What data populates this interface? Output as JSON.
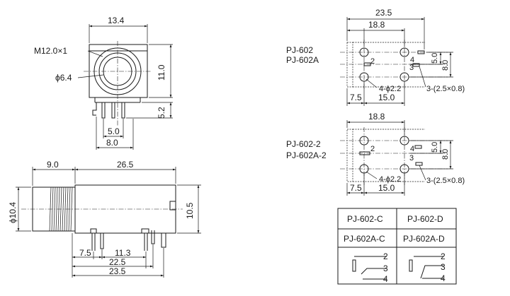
{
  "front_view": {
    "width_dim": "13.4",
    "thread_label": "M12.0×1",
    "hole_label": "ϕ6.4",
    "height_dim": "11.0",
    "pin_drop_dim": "5.2",
    "pin_spacing_dim": "5.0",
    "pin_outer_dim": "8.0"
  },
  "side_view": {
    "nut_length_dim": "9.0",
    "body_length_dim": "26.5",
    "diameter_dim": "ϕ10.4",
    "height_dim": "10.5",
    "pin_a_dim": "7.5",
    "pin_b_dim": "11.3",
    "pin_c_dim": "22.5",
    "pin_total_dim": "23.5"
  },
  "footprint_a": {
    "model_line1": "PJ-602",
    "model_line2": "PJ-602A",
    "overall_dim": "23.5",
    "span_dim": "18.8",
    "left_dim": "7.5",
    "hole_spacing_dim": "15.0",
    "vert_dim_small": "5.0",
    "vert_dim_large": "8.0",
    "hole_label": "4-ϕ2.2",
    "slot_label": "3-(2.5×0.8)",
    "pin_4": "4",
    "pin_3": "3",
    "pin_2": "2"
  },
  "footprint_b": {
    "model_line1": "PJ-602-2",
    "model_line2": "PJ-602A-2",
    "span_dim": "18.8",
    "left_dim": "7.5",
    "hole_spacing_dim": "15.0",
    "vert_dim_small": "5.0",
    "vert_dim_large": "8.0",
    "hole_label": "4-ϕ2.2",
    "slot_label": "3-(2.5×0.8)",
    "pin_4": "4",
    "pin_3": "3",
    "pin_2": "2"
  },
  "variant_table": {
    "row1": [
      "PJ-602-C",
      "PJ-602-D"
    ],
    "row2": [
      "PJ-602A-C",
      "PJ-602A-D"
    ],
    "pins": [
      "2",
      "3",
      "4"
    ]
  }
}
